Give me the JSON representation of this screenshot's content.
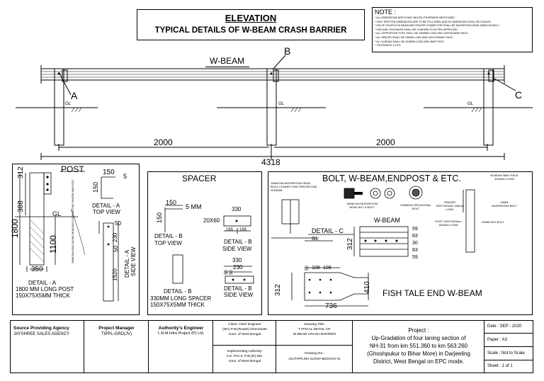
{
  "header": {
    "title": "ELEVATION",
    "subtitle": "TYPICAL DETAILS OF W-BEAM CRASH BARRIER"
  },
  "note": {
    "heading": "NOTE :",
    "items": [
      "* ALL DIMENSIONS ARE IN MM UNLESS OTHERWISE MENTIONED.",
      "* ONLY WRITTEN DIMENSIONS ARE TO BE FOLLOWED AND NO DIMENSION SHALL BE SCALED.",
      "* DIA OF HOLES IN W-BEAM AND SPACER CONNECTOR SHALL BE MUSHROOM HEAD 16MM DIA BOLT.",
      "* SIZE AND THICKNESS SHALL BE CONFIRM TO AS PER APPROVED.",
      "* ALL SUPPORTIVE POST SHALL BE 1800MM LONG AND 150X75X5MM THICK.",
      "* ALL SPACER SHALL BE 330MM LONG AND 150X75X5MM THICK.",
      "* ALL W-BEAM SHALL BE 4318MM LONG AND 3MM THICK.",
      "* TOLERANCE ± 0.5%"
    ]
  },
  "elevation": {
    "wbeam_label": "W-BEAM",
    "label_a": "A",
    "label_b": "B",
    "label_c": "C",
    "gl": "GL",
    "dim_left": "2000",
    "dim_right": "2000",
    "dim_total": "4318"
  },
  "post_panel": {
    "title": "POST",
    "dim_312": "312",
    "dim_388": "388",
    "dim_1800": "1800",
    "dim_1100": "1100",
    "dim_350": "350",
    "gl": "GL",
    "detail_a_150": "150",
    "detail_a_5": "5",
    "detail_a_150v": "150",
    "detail_a_top": "DETAIL - A",
    "detail_a_topview": "TOP VIEW",
    "detail_a_50": "50",
    "detail_a_230": "230",
    "detail_a_50b": "50",
    "detail_a_1520": "1520",
    "detail_a_side": "DETAIL - A",
    "detail_a_sideview": "SIDE VIEW",
    "bolt_note": "20MM DIA HOLE ALONG HEAD BOLT CONNECTING SPACER AND POST",
    "caption_title": "DETAIL - A",
    "caption_line1": "1800 MM LONG POST",
    "caption_line2": "150X75X5MM THICK"
  },
  "spacer_panel": {
    "title": "SPACER",
    "dim_150": "150",
    "dim_5mm": "5 MM",
    "dim_150v": "150",
    "detail_b_top": "DETAIL - B",
    "detail_b_topview": "TOP VIEW",
    "dim_330": "330",
    "dim_20x60": "20X60",
    "dim_165a": "165",
    "dim_165b": "165",
    "detail_b_side": "DETAIL - B",
    "detail_b_sideview": "SIDE VIEW",
    "dim_330b": "330",
    "dim_230": "230",
    "dim_50a": "50",
    "dim_50b": "50",
    "detail_b_side2": "DETAIL - B",
    "detail_b_sideview2": "SIDE VIEW",
    "caption_title": "DETAIL - B",
    "caption_line1": "330MM LONG SPACER",
    "caption_line2": "150X75X5MM THICK"
  },
  "bolt_panel": {
    "title": "BOLT, W-BEAM,ENDPOST  &  ETC.",
    "bolt_note": "16MM DIA MUSHROOM HEAD BOLD CONNECTING SPACER AND W-BEAM",
    "nut_bolt": "16MM DIA MUSHROOM HEAD NUT & BOLT",
    "hex_bolt": "20MMDIA HEXAGONAL BOLT",
    "wbeam_note": "W-BEAM 3MM THICK 4318mm LONG",
    "mush_bolt": "16MM MUSHROOM BOLT",
    "spacer_note": "SPACER 150X75X5mm 330mm LONG",
    "post_note": "POST 150X75X5mm 1800mm LONG",
    "hex_note": "20MM HEX BOLT",
    "wbeam_label": "W-BEAM",
    "detail_c": "DETAIL - C",
    "gl": "GL",
    "dim_312": "312",
    "dims_right": [
      "59",
      "83",
      "30",
      "83",
      "59"
    ],
    "fish_50": "50",
    "fish_108a": "108",
    "fish_108b": "108",
    "fish_312": "312",
    "fish_410": "410",
    "fish_736": "736",
    "fish_title": "FISH TALE END W-BEAM"
  },
  "title_block": {
    "source_label": "Source Providing Agency",
    "source_value": "JAYSHREE SALES AGENCY",
    "pm_label": "Project Manager",
    "pm_value": "TIPPL-GRD(JV)",
    "ae_label": "Authority's Engineer",
    "ae_value": "L.N.M.Infra Project (P) Ltd.",
    "client_line1": "Client: Chief Engineer",
    "client_line2": "(NH) P.W.(Roads) Directorate",
    "client_line3": "Govt. of West Bengal",
    "impl_line1": "Implementing Authority:",
    "impl_line2": "S.E. PIU-II, P.W.(R) Dte.",
    "impl_line3": "Govt. of West Bengal",
    "drawing_title_label": "Drawing Title:",
    "drawing_title_line1": "TYPICAL DETAIL OF",
    "drawing_title_line2": "W-BEAM CRASH BARRIER",
    "drawing_no_label": "Drawing No.:",
    "drawing_no_value": "JSA/TIPPL/NH-31/GSP-BDG/GNT-01",
    "project_label": "Project :",
    "project_line1": "Up-Gradation of four laning section of",
    "project_line2": "NH-31 from km 551.360 to km 563.260",
    "project_line3": "(Ghoshpukur to Bihar More) in Darjeeling",
    "project_line4": "District, West Bengal on EPC mode.",
    "date": "Date  : SEP - 2020",
    "paper": "Paper : A3",
    "scale": "Scale : Not to Scale",
    "sheet": "Sheet : 1 of 1"
  }
}
